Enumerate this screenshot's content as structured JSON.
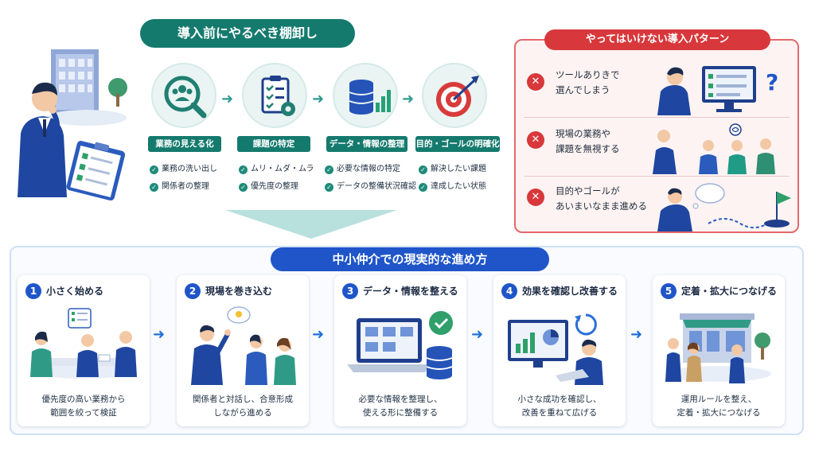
{
  "top_title": "導入前にやるべき棚卸し",
  "steps": [
    {
      "label": "業務の見える化",
      "icon": "people-search-icon",
      "items": [
        "業務の洗い出し",
        "関係者の整理"
      ]
    },
    {
      "label": "課題の特定",
      "icon": "checklist-gear-icon",
      "items": [
        "ムリ・ムダ・ムラ",
        "優先度の整理"
      ]
    },
    {
      "label": "データ・情報の整理",
      "icon": "database-chart-icon",
      "items": [
        "必要な情報の特定",
        "データの整備状況確認"
      ]
    },
    {
      "label": "目的・ゴールの明確化",
      "icon": "target-icon",
      "items": [
        "解決したい課題",
        "達成したい状態"
      ]
    }
  ],
  "dont_title": "やってはいけない導入パターン",
  "dont_items": [
    {
      "text": "ツールありきで\n選んでしまう"
    },
    {
      "text": "現場の業務や\n課題を無視する"
    },
    {
      "text": "目的やゴールが\nあいまいなまま進める"
    }
  ],
  "bottom_title": "中小仲介での現実的な進め方",
  "cards": [
    {
      "num": "1",
      "title": "小さく始める",
      "desc": "優先度の高い業務から\n範囲を絞って検証"
    },
    {
      "num": "2",
      "title": "現場を巻き込む",
      "desc": "関係者と対話し、合意形成\nしながら進める"
    },
    {
      "num": "3",
      "title": "データ・情報を整える",
      "desc": "必要な情報を整理し、\n使える形に整備する"
    },
    {
      "num": "4",
      "title": "効果を確認し改善する",
      "desc": "小さな成功を確認し、\n改善を重ねて広げる"
    },
    {
      "num": "5",
      "title": "定着・拡大につなげる",
      "desc": "運用ルールを整え、\n定着・拡大につなげる"
    }
  ],
  "colors": {
    "teal": "#157a6e",
    "blue": "#1f55c9",
    "red": "#d8383b"
  }
}
